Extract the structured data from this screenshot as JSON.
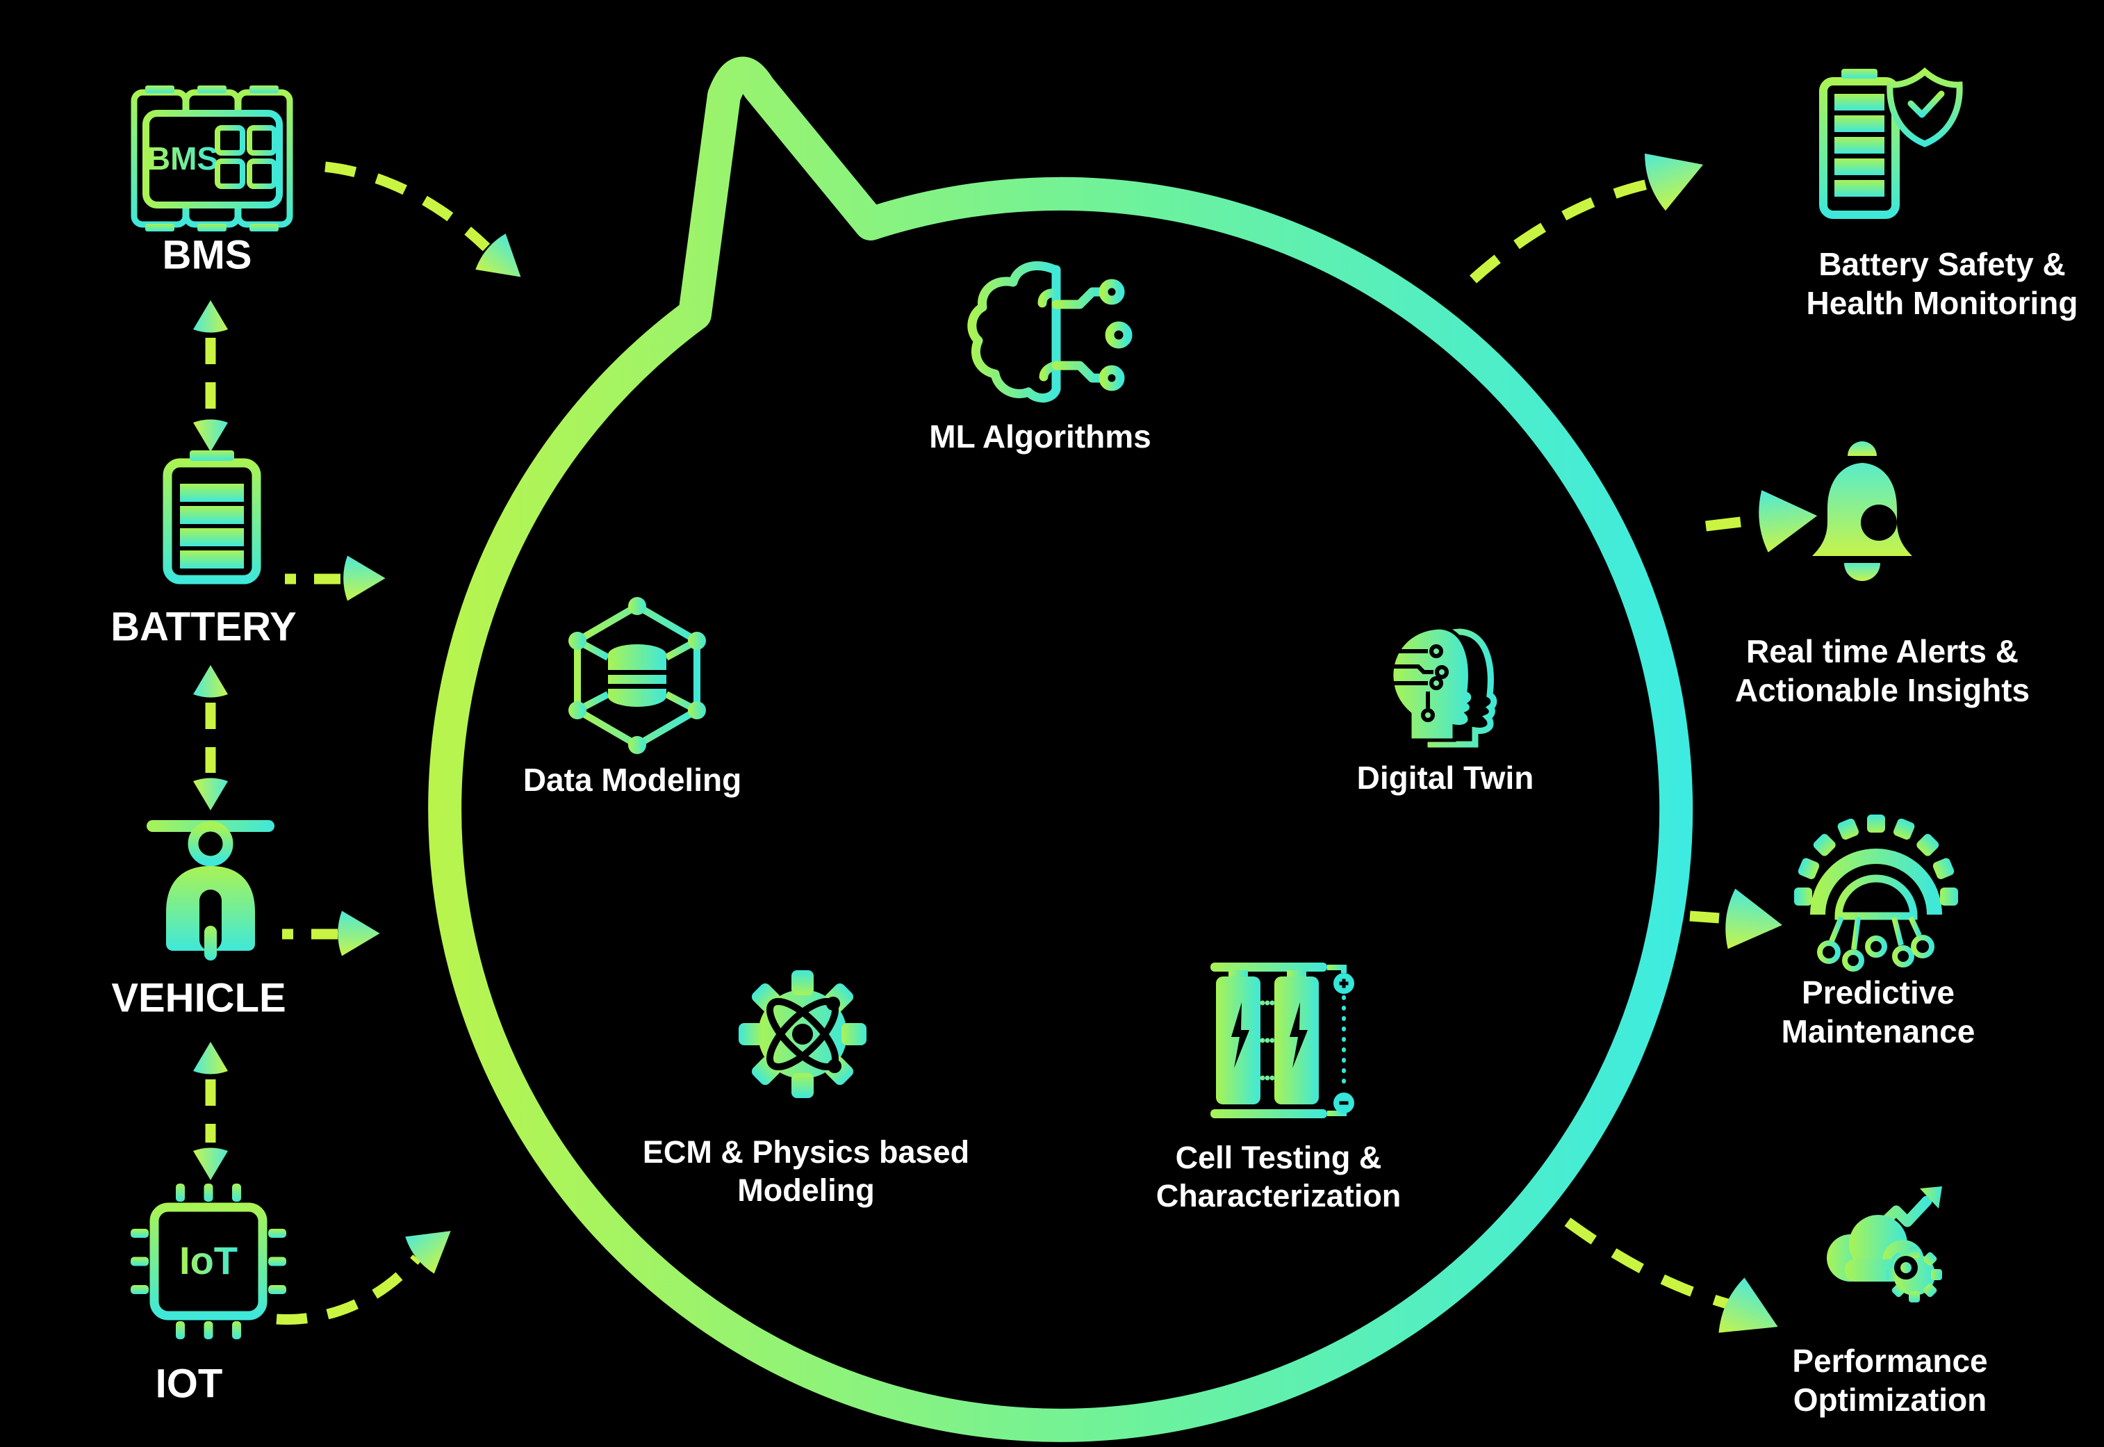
{
  "colors": {
    "background": "#000000",
    "accent_green": "#b8f44e",
    "accent_cyan": "#3cebe2",
    "dash": "#c9f542",
    "text": "#ffffff"
  },
  "inputs": [
    {
      "label": "BMS",
      "icon": "bms-chip-icon",
      "chip_text": "BMS"
    },
    {
      "label": "BATTERY",
      "icon": "battery-icon"
    },
    {
      "label": "VEHICLE",
      "icon": "scooter-icon"
    },
    {
      "label": "IOT",
      "icon": "iot-chip-icon",
      "chip_text": "IoT"
    }
  ],
  "core": [
    {
      "label": "ML Algorithms",
      "icon": "brain-circuit-icon"
    },
    {
      "label": "Data Modeling",
      "icon": "data-cube-icon"
    },
    {
      "label": "Digital Twin",
      "icon": "digital-twin-heads-icon"
    },
    {
      "label_lines": [
        "ECM & Physics based",
        "Modeling"
      ],
      "icon": "atom-gear-icon"
    },
    {
      "label_lines": [
        "Cell Testing &",
        "Characterization"
      ],
      "icon": "battery-cells-icon"
    }
  ],
  "outputs": [
    {
      "label_lines": [
        "Battery Safety &",
        "Health Monitoring"
      ],
      "icon": "battery-shield-icon"
    },
    {
      "label_lines": [
        "Real time Alerts &",
        "Actionable Insights"
      ],
      "icon": "alert-bell-icon"
    },
    {
      "label_lines": [
        "Predictive",
        "Maintenance"
      ],
      "icon": "gear-network-icon"
    },
    {
      "label_lines": [
        "Performance",
        "Optimization"
      ],
      "icon": "cloud-growth-gear-icon"
    }
  ]
}
